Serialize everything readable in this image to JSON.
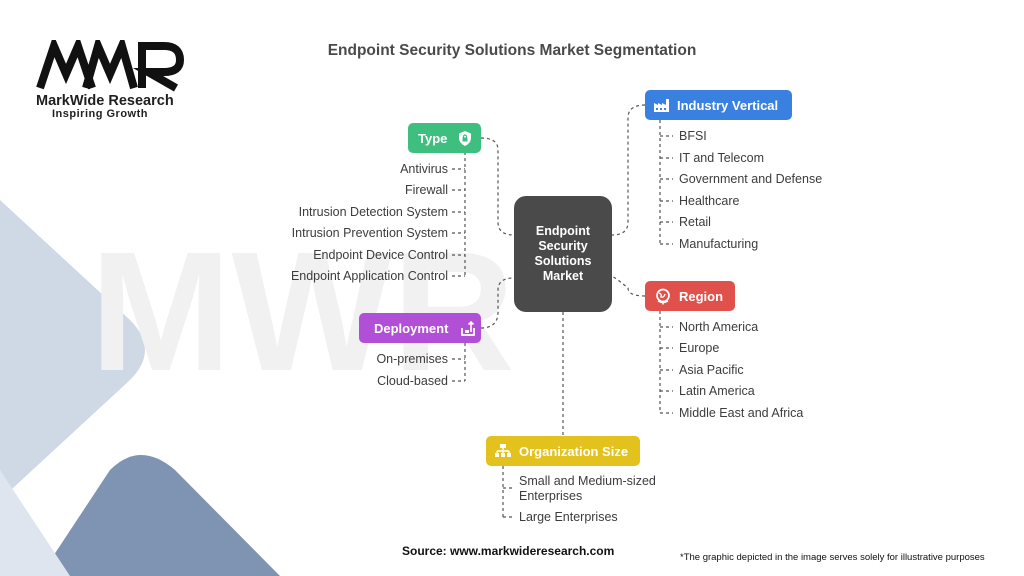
{
  "logo": {
    "mark": "MWR",
    "name": "MarkWide Research",
    "tagline": "Inspiring Growth"
  },
  "title": "Endpoint Security Solutions Market Segmentation",
  "center": {
    "label": "Endpoint Security Solutions Market"
  },
  "categories": {
    "type": {
      "label": "Type",
      "color": "#3fbf7f",
      "icon": "shield-icon",
      "items": [
        "Antivirus",
        "Firewall",
        "Intrusion Detection System",
        "Intrusion Prevention System",
        "Endpoint Device Control",
        "Endpoint Application Control"
      ]
    },
    "deployment": {
      "label": "Deployment",
      "color": "#b14fd6",
      "icon": "upload-box-icon",
      "items": [
        "On-premises",
        "Cloud-based"
      ]
    },
    "industry_vertical": {
      "label": "Industry Vertical",
      "color": "#3a80e0",
      "icon": "factory-icon",
      "items": [
        "BFSI",
        "IT and Telecom",
        "Government and Defense",
        "Healthcare",
        "Retail",
        "Manufacturing"
      ]
    },
    "region": {
      "label": "Region",
      "color": "#e0514b",
      "icon": "globe-icon",
      "items": [
        "North America",
        "Europe",
        "Asia Pacific",
        "Latin America",
        "Middle East and Africa"
      ]
    },
    "organization_size": {
      "label": "Organization Size",
      "color": "#e3c21d",
      "icon": "org-chart-icon",
      "items": [
        "Small and Medium-sized Enterprises",
        "Large Enterprises"
      ]
    }
  },
  "source": "Source: www.markwideresearch.com",
  "disclaimer": "*The graphic depicted in the image serves solely for illustrative purposes"
}
